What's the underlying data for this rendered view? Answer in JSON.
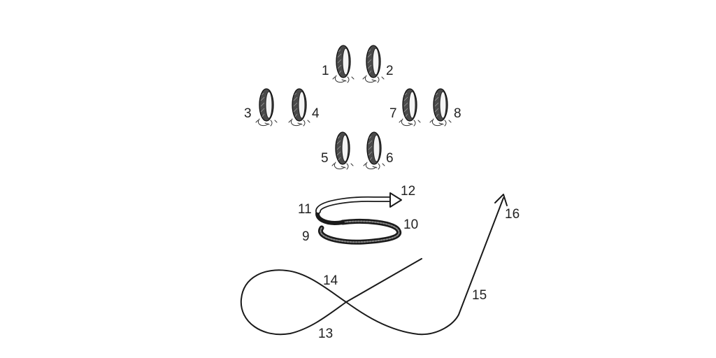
{
  "labels": {
    "n1": "1",
    "n2": "2",
    "n3": "3",
    "n4": "4",
    "n5": "5",
    "n6": "6",
    "n7": "7",
    "n8": "8",
    "n9": "9",
    "n10": "10",
    "n11": "11",
    "n12": "12",
    "n13": "13",
    "n14": "14",
    "n15": "15",
    "n16": "16"
  },
  "colors": {
    "ink": "#1a1a1a",
    "ring_fill": "#4a4a4a",
    "background": "#ffffff"
  },
  "icons": [
    "ring-icon",
    "spiral-arrow-icon",
    "figure-eight-path-icon"
  ]
}
